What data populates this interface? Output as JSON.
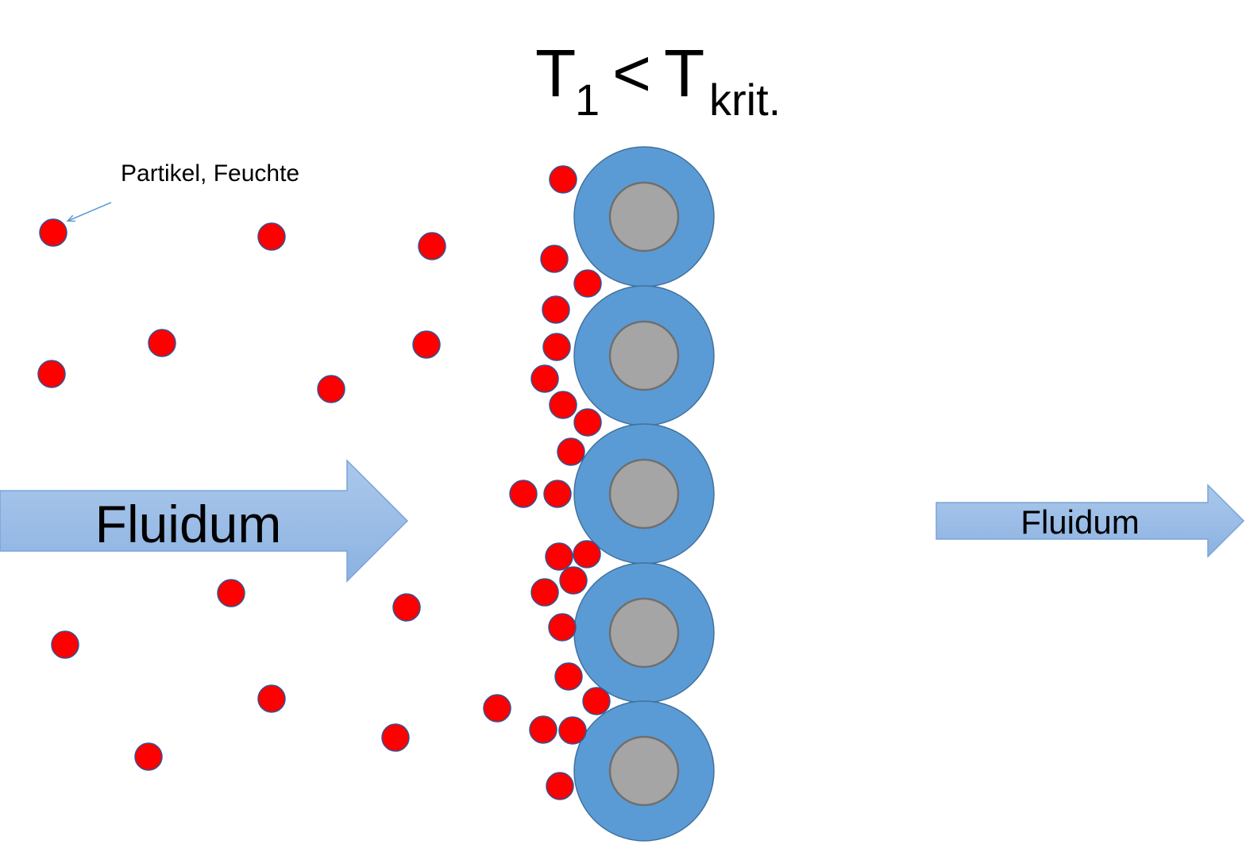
{
  "formula": {
    "lhs_symbol": "T",
    "lhs_subscript": "1",
    "operator": "<",
    "rhs_symbol": "T",
    "rhs_subscript": "krit."
  },
  "particle_annotation": "Partikel, Feuchte",
  "inlet_arrow_label": "Fluidum",
  "outlet_arrow_label": "Fluidum",
  "colors": {
    "particle": "#ff0000",
    "particle_outline": "#2f5597",
    "fiber_outer": "#5b9bd5",
    "fiber_outline": "#41719c",
    "fiber_core": "#a5a5a5",
    "fiber_core_outline": "#6f6f6f",
    "arrow_fill_top": "#a9c6ea",
    "arrow_fill_bottom": "#8fb4e3",
    "arrow_outline": "#6f9bd6",
    "leader_line": "#5b9bd5"
  }
}
